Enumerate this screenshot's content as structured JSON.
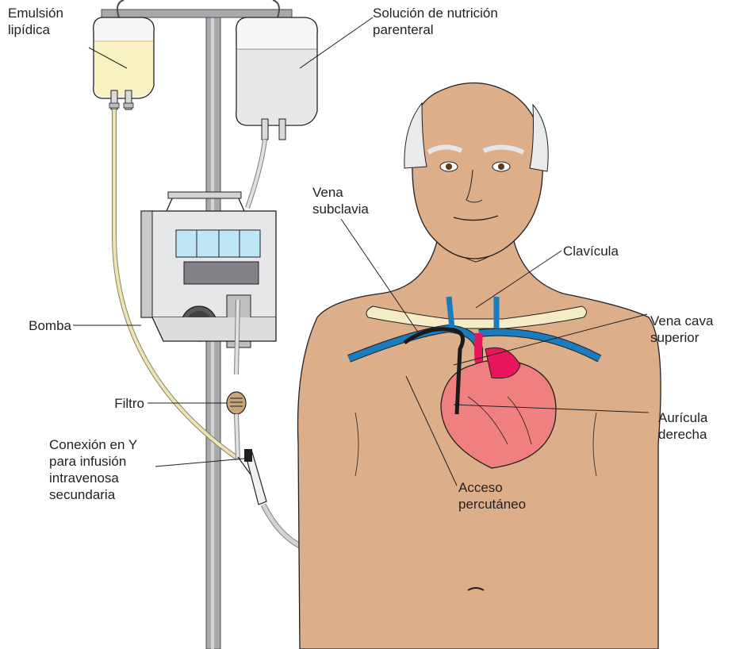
{
  "labels": {
    "lipid": [
      "Emulsión",
      "lipídica"
    ],
    "parenteral": [
      "Solución de nutrición",
      "parenteral"
    ],
    "subclavian": [
      "Vena",
      "subclavia"
    ],
    "clavicle": "Clavícula",
    "vena_cava": [
      "Vena cava",
      "superior"
    ],
    "pump": "Bomba",
    "filter": "Filtro",
    "atrium": [
      "Aurícula",
      "derecha"
    ],
    "y_connection": [
      "Conexión en Y",
      "para infusión",
      "intravenosa",
      "secundaria"
    ],
    "access": [
      "Acceso",
      "percutáneo"
    ]
  },
  "icons": [
    "iv-pole-icon",
    "lipid-bag-icon",
    "parenteral-bag-icon",
    "infusion-pump-icon",
    "filter-icon",
    "y-connector-icon",
    "patient-figure",
    "heart-icon",
    "subclavian-vein",
    "clavicle-bone",
    "catheter-line"
  ],
  "colors": {
    "skin": "#dcae8a",
    "vein": "#1a7bbd",
    "heart": "#f08080",
    "artery": "#e8175d",
    "lipid_fluid": "#fbf2c4",
    "bone": "#f3ecc6",
    "tube": "#dad0a0",
    "metal": "#b3b3b3"
  }
}
